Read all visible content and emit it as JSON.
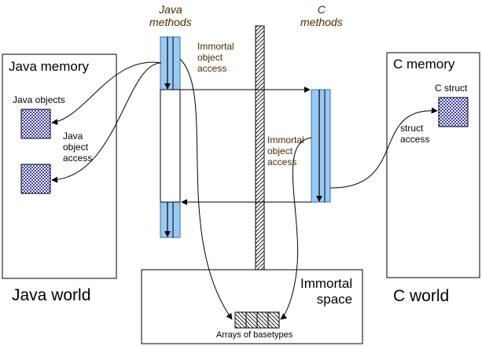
{
  "titles": {
    "java_methods": "Java\nmethods",
    "c_methods": "C\nmethods"
  },
  "regions": {
    "java_memory": "Java memory",
    "c_memory": "C memory",
    "immortal_space": "Immortal\nspace"
  },
  "worlds": {
    "java_world": "Java world",
    "c_world": "C world"
  },
  "annotations": {
    "java_objects": "Java objects",
    "java_object_access": "Java\nobject\naccess",
    "immortal_access_top": "Immortal\nobject\naccess",
    "immortal_access_mid": "Immortal\nobject\naccess",
    "c_struct": "C struct",
    "struct_access": "struct\naccess",
    "arrays_of_basetypes": "Arrays of basetypes"
  },
  "colors": {
    "method_bar_fill": "#99c9f5",
    "method_bar_stroke": "#3a6ea5",
    "object_fill": "#3c3cb4",
    "text_brown": "#4a2a00",
    "outline": "#000000"
  }
}
